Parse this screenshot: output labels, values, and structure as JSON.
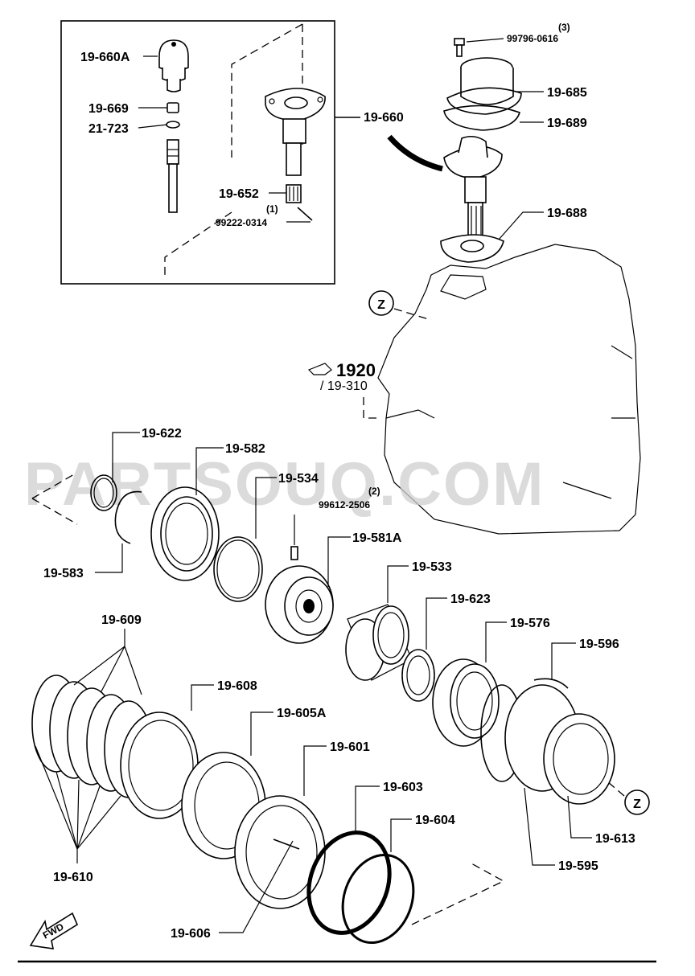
{
  "watermark": "PARTSOUQ.COM",
  "reference": {
    "main": "1920",
    "sub": "/ 19-310"
  },
  "fwd_label": "FWD",
  "callouts": [
    {
      "id": "19-660A",
      "text": "19-660A"
    },
    {
      "id": "19-669",
      "text": "19-669"
    },
    {
      "id": "21-723",
      "text": "21-723"
    },
    {
      "id": "19-660",
      "text": "19-660"
    },
    {
      "id": "19-652",
      "text": "19-652"
    },
    {
      "id": "99222-0314",
      "text": "99222-0314",
      "qty": "(1)"
    },
    {
      "id": "99796-0616",
      "text": "99796-0616",
      "qty": "(3)"
    },
    {
      "id": "19-685",
      "text": "19-685"
    },
    {
      "id": "19-689",
      "text": "19-689"
    },
    {
      "id": "19-688",
      "text": "19-688"
    },
    {
      "id": "19-622",
      "text": "19-622"
    },
    {
      "id": "19-582",
      "text": "19-582"
    },
    {
      "id": "19-534",
      "text": "19-534"
    },
    {
      "id": "99612-2506",
      "text": "99612-2506",
      "qty": "(2)"
    },
    {
      "id": "19-583",
      "text": "19-583"
    },
    {
      "id": "19-581A",
      "text": "19-581A"
    },
    {
      "id": "19-533",
      "text": "19-533"
    },
    {
      "id": "19-623",
      "text": "19-623"
    },
    {
      "id": "19-576",
      "text": "19-576"
    },
    {
      "id": "19-596",
      "text": "19-596"
    },
    {
      "id": "19-609",
      "text": "19-609"
    },
    {
      "id": "19-608",
      "text": "19-608"
    },
    {
      "id": "19-605A",
      "text": "19-605A"
    },
    {
      "id": "19-601",
      "text": "19-601"
    },
    {
      "id": "19-603",
      "text": "19-603"
    },
    {
      "id": "19-604",
      "text": "19-604"
    },
    {
      "id": "19-613",
      "text": "19-613"
    },
    {
      "id": "19-595",
      "text": "19-595"
    },
    {
      "id": "19-610",
      "text": "19-610"
    },
    {
      "id": "19-606",
      "text": "19-606"
    }
  ],
  "markers": [
    {
      "id": "z-top",
      "text": "Z"
    },
    {
      "id": "z-bottom",
      "text": "Z"
    }
  ]
}
